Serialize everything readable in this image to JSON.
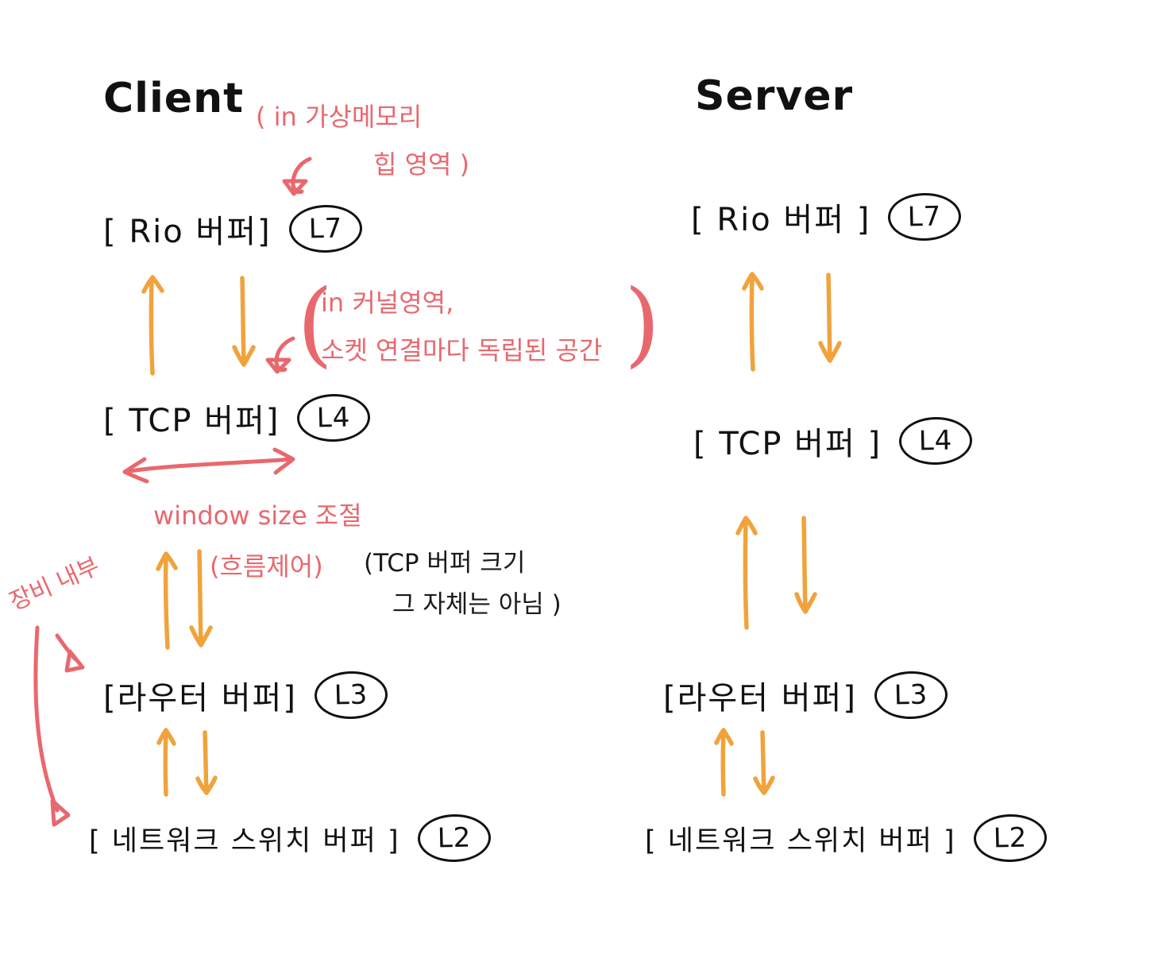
{
  "diagram": {
    "title_client": "Client",
    "title_server": "Server",
    "columns": [
      {
        "name": "client",
        "rows": [
          {
            "label": "[ Rio  버퍼]",
            "layer": "L7"
          },
          {
            "label": "[ TCP 버퍼]",
            "layer": "L4"
          },
          {
            "label": "[라우터 버퍼]",
            "layer": "L3"
          },
          {
            "label": "[ 네트워크 스위치 버퍼 ]",
            "layer": "L2"
          }
        ]
      },
      {
        "name": "server",
        "rows": [
          {
            "label": "[ Rio 버퍼 ]",
            "layer": "L7"
          },
          {
            "label": "[ TCP 버퍼 ]",
            "layer": "L4"
          },
          {
            "label": "[라우터 버퍼]",
            "layer": "L3"
          },
          {
            "label": "[ 네트워크 스위치 버퍼 ]",
            "layer": "L2"
          }
        ]
      }
    ],
    "annotations": {
      "rio_note_line1": "( in 가상메모리",
      "rio_note_line2": "힙 영역 )",
      "tcp_note_line1": "in 커널영역,",
      "tcp_note_line2": "소켓 연결마다 독립된 공간",
      "window_size": "window size 조절",
      "flow_control": "(흐름제어)",
      "tcp_size_line1": "(TCP 버퍼 크기",
      "tcp_size_line2": "그 자체는 아님 )",
      "device_internal": "장비 내부"
    },
    "colors": {
      "ink_black": "#1a1a1a",
      "ink_red": "#e8686e",
      "ink_orange": "#f0a33c",
      "background": "#ffffff"
    }
  }
}
